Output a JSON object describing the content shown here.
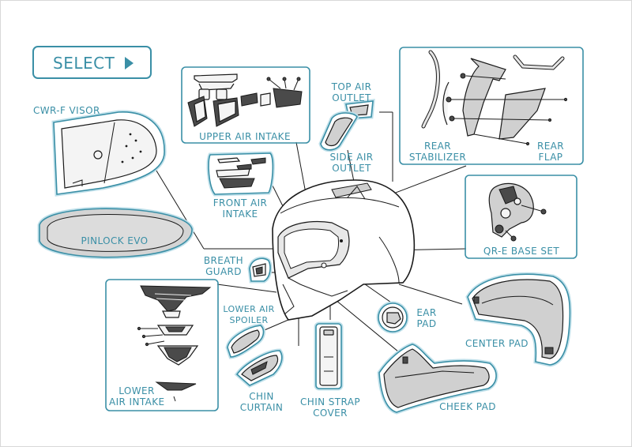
{
  "select_button": {
    "label": "SELECT"
  },
  "labels": {
    "cwr_f_visor": "CWR-F VISOR",
    "pinlock_evo": "PINLOCK EVO",
    "upper_air_intake": "UPPER AIR INTAKE",
    "top_air_outlet": [
      "TOP AIR",
      "OUTLET"
    ],
    "side_air_outlet": [
      "SIDE AIR",
      "OUTLET"
    ],
    "rear_stabilizer": [
      "REAR",
      "STABILIZER"
    ],
    "rear_flap": [
      "REAR",
      "FLAP"
    ],
    "front_air_intake": [
      "FRONT AIR",
      "INTAKE"
    ],
    "qr_e_base_set": "QR-E BASE SET",
    "breath_guard": [
      "BREATH",
      "GUARD"
    ],
    "lower_air_spoiler": [
      "LOWER AIR",
      "SPOILER"
    ],
    "ear_pad": [
      "EAR",
      "PAD"
    ],
    "center_pad": "CENTER PAD",
    "lower_air_intake": [
      "LOWER",
      "AIR INTAKE"
    ],
    "chin_curtain": [
      "CHIN",
      "CURTAIN"
    ],
    "chin_strap_cover": [
      "CHIN STRAP",
      "COVER"
    ],
    "cheek_pad": "CHEEK PAD"
  },
  "colors": {
    "accent": "#3a8fa6",
    "outline": "#9cc9d6",
    "stroke": "#1a1a1a",
    "part_fill": "#c9c9c9",
    "dark_fill": "#555555"
  }
}
